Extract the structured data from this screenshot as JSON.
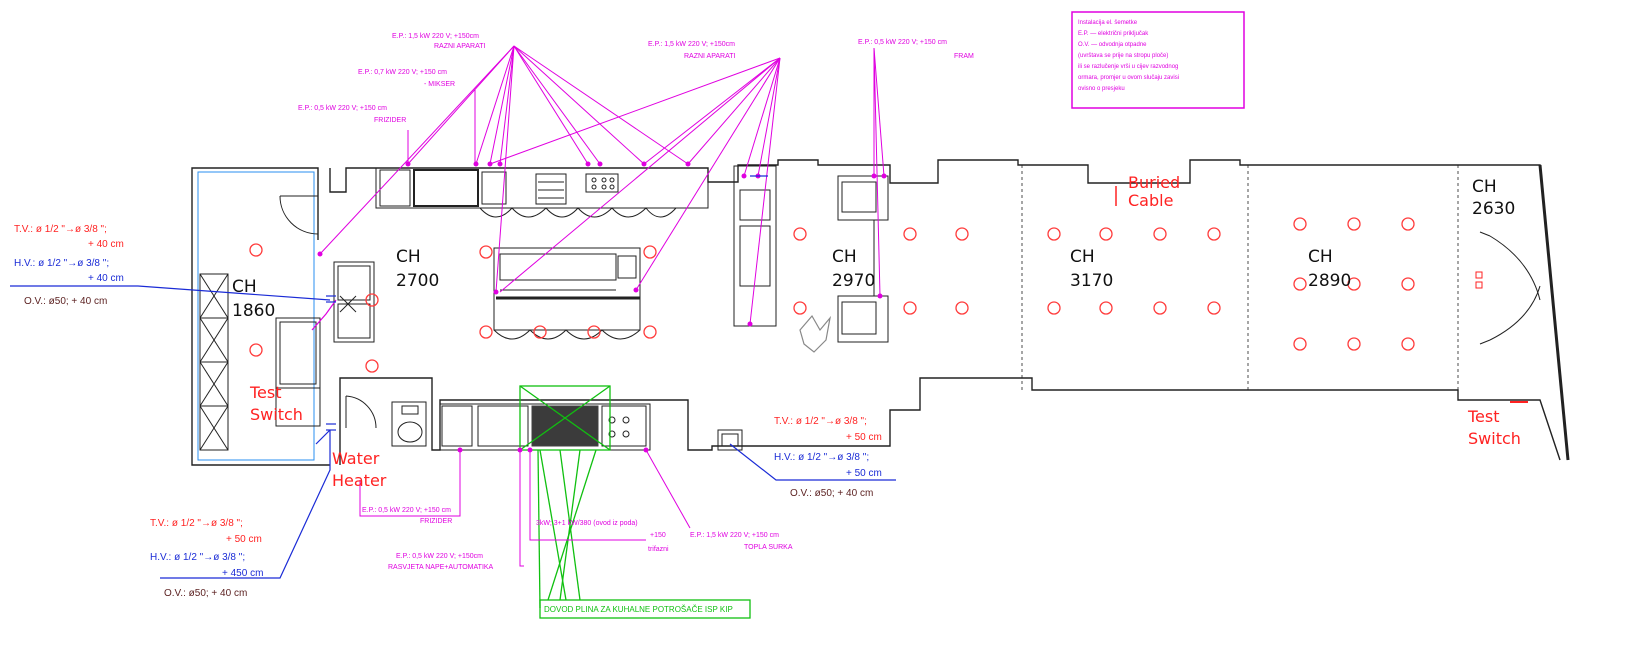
{
  "colors": {
    "wall": "#222222",
    "electric": "#e000e0",
    "cold_water": "#1a2bd6",
    "hot_water": "#ff2222",
    "waste": "#5a1f1f",
    "gas": "#10c010",
    "light": "#ff3b3b",
    "wall_finish": "#2a8ff0"
  },
  "ceiling_heights": {
    "ch1860": [
      "CH",
      "1860"
    ],
    "ch2700": [
      "CH",
      "2700"
    ],
    "ch2970": [
      "CH",
      "2970"
    ],
    "ch3170": [
      "CH",
      "3170"
    ],
    "ch2890": [
      "CH",
      "2890"
    ],
    "ch2630": [
      "CH",
      "2630"
    ]
  },
  "annotations": {
    "buried_cable": [
      "Buried",
      "Cable"
    ],
    "test_switch_left": [
      "Test",
      "Switch"
    ],
    "test_switch_right": [
      "Test",
      "Switch"
    ],
    "water_heater": [
      "Water",
      "Heater"
    ]
  },
  "plumbing_left_upper": {
    "tv": "T.V.: ø 1/2 \"→ø 3/8 \";",
    "tv_h": "+ 40 cm",
    "hv": "H.V.: ø 1/2 \"→ø 3/8 \";",
    "hv_h": "+ 40 cm",
    "ov": "O.V.: ø50; + 40 cm"
  },
  "plumbing_left_lower": {
    "tv": "T.V.: ø 1/2 \"→ø 3/8 \";",
    "tv_h": "+ 50 cm",
    "hv": "H.V.: ø 1/2 \"→ø 3/8 \";",
    "hv_h": "+ 450 cm",
    "ov": "O.V.: ø50; + 40 cm"
  },
  "plumbing_right": {
    "tv": "T.V.: ø 1/2 \"→ø 3/8 \";",
    "tv_h": "+ 50 cm",
    "hv": "H.V.: ø 1/2 \"→ø 3/8 \";",
    "hv_h": "+ 50 cm",
    "ov": "O.V.: ø50; + 40 cm"
  },
  "electric_labels": {
    "e1a": "E.P.: 1,5 kW 220 V; +150cm",
    "e1b": "RAZNI APARATI",
    "e2a": "E.P.: 0,7 kW 220 V; +150 cm",
    "e2b": "- MIKSER",
    "e3a": "E.P.: 0,5 kW 220 V; +150 cm",
    "e3b": "FRIZIDER",
    "e4a": "E.P.: 1,5 kW 220 V; +150cm",
    "e4b": "RAZNI APARATI",
    "e5a": "E.P.: 0,5 kW 220 V; +150 cm",
    "e5b": "FRAM",
    "e6a": "E.P.: 0,5 kW 220 V; +150 cm",
    "e6b": "FRIZIDER",
    "e7a": "E.P.: 0,5 kW 220 V; +150cm",
    "e7b": "RASVJETA NAPE+AUTOMATIKA",
    "e8a": "3kW; 3+1 kW/380 (ovod iz poda)",
    "e8b": "+150",
    "e8c": "trifazni",
    "e9a": "E.P.: 1,5 kW 220 V; +150 cm",
    "e9b": "TOPLA SURKA",
    "gas": "DOVOD PLINA ZA KUHALNE POTROŠAČE ISP KIP"
  },
  "legend_lines": [
    "Instalacija el. šemetke",
    "E.P. — električni priključak",
    "O.V. — odvodnja otpadne",
    "(uvrštava se prije na stropu ploče)",
    "ili se razlučenje vrši u cijev razvodnog",
    "ormara, promjer u ovom slučaju zavisi",
    "ovisno o presjeku"
  ]
}
